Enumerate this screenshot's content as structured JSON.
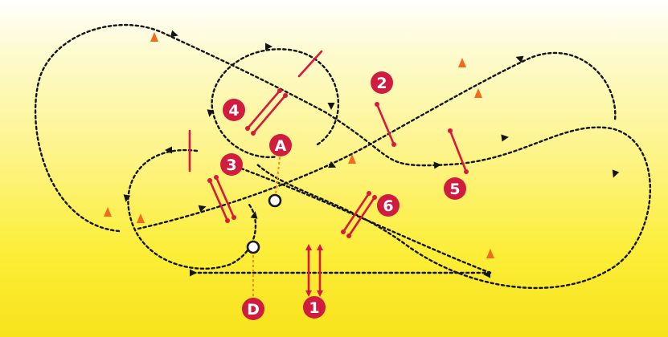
{
  "diagram": {
    "badges": [
      {
        "id": "1",
        "label": "1"
      },
      {
        "id": "2",
        "label": "2"
      },
      {
        "id": "3",
        "label": "3"
      },
      {
        "id": "4",
        "label": "4"
      },
      {
        "id": "5",
        "label": "5"
      },
      {
        "id": "6",
        "label": "6"
      },
      {
        "id": "a",
        "label": "A"
      },
      {
        "id": "d",
        "label": "D"
      }
    ],
    "colors": {
      "badge": "#d01c3f",
      "poles": "#d8183c",
      "cones": "#f26a1b",
      "path": "#141414",
      "background_top": "#ffffff",
      "background_bottom": "#f7e21b"
    }
  }
}
